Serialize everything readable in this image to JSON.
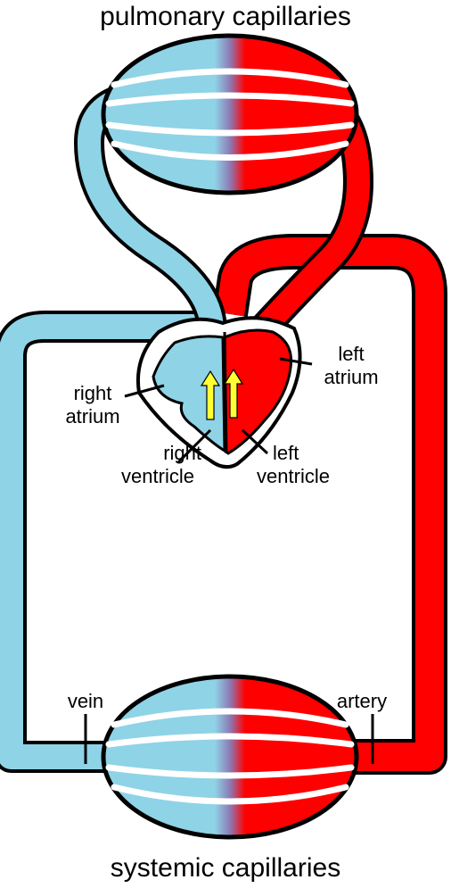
{
  "titles": {
    "top": "pulmonary capillaries",
    "bottom": "systemic capillaries"
  },
  "labels": {
    "right_atrium": [
      "right",
      "atrium"
    ],
    "left_atrium": [
      "left",
      "atrium"
    ],
    "right_ventricle": [
      "right",
      "ventricle"
    ],
    "left_ventricle": [
      "left",
      "ventricle"
    ],
    "vein": "vein",
    "artery": "artery"
  },
  "colors": {
    "deoxygenated": "#8fd3e7",
    "oxygenated": "#ff0000",
    "mixing": "#8c7bb5",
    "arrow": "#ffff33",
    "outline": "#000000"
  }
}
